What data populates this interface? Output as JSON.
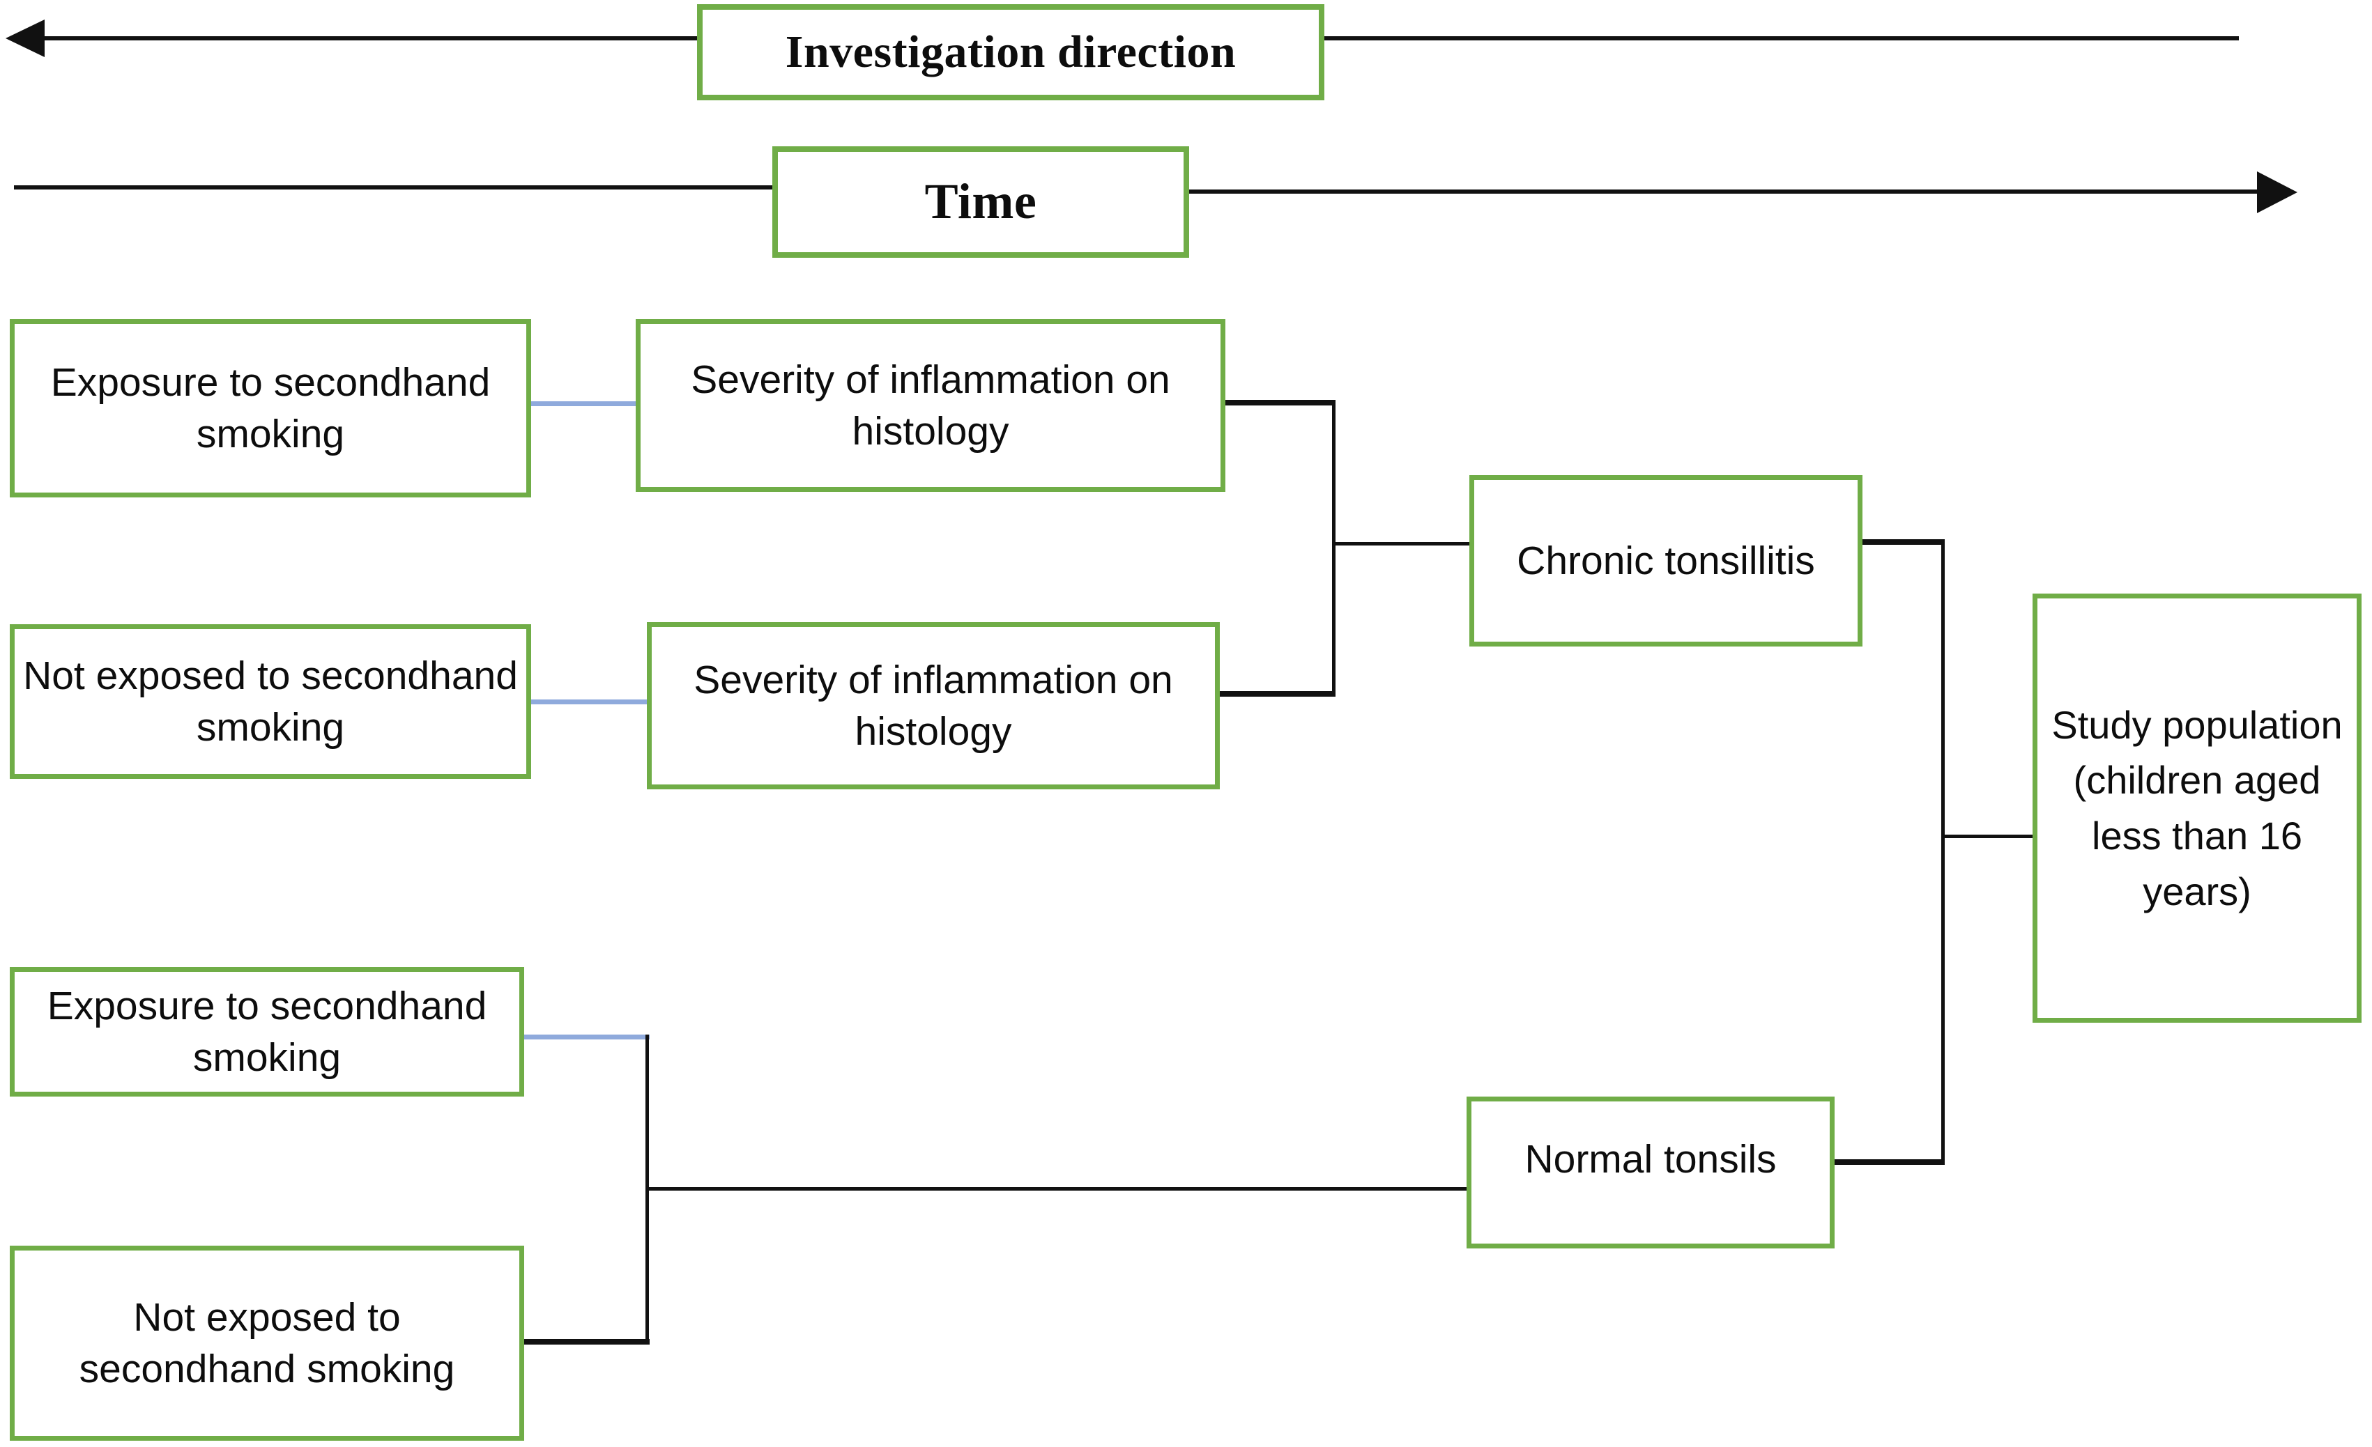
{
  "diagram": {
    "title": "Study design flow diagram",
    "colors": {
      "box_border_green": "#70ad47",
      "connector_black": "#111111",
      "connector_blue": "#8faadc",
      "background": "#ffffff",
      "text": "#0d0d0d"
    },
    "axes": [
      {
        "label": "Investigation direction",
        "direction": "left",
        "arrow_icon": "arrow-left-icon"
      },
      {
        "label": "Time",
        "direction": "right",
        "arrow_icon": "arrow-right-icon"
      }
    ],
    "nodes": {
      "exposure_top": "Exposure to secondhand smoking",
      "not_exposed_top": "Not exposed to secondhand smoking",
      "histology_top": "Severity of inflammation on histology",
      "histology_bottom": "Severity of inflammation on histology",
      "chronic_tonsillitis": "Chronic tonsillitis",
      "exposure_bottom": "Exposure to secondhand smoking",
      "not_exposed_bottom": "Not exposed to secondhand smoking",
      "normal_tonsils": "Normal tonsils",
      "study_population": "Study population (children aged less than 16 years)"
    },
    "edges": [
      {
        "from": "exposure_top",
        "to": "histology_top",
        "style": "blue"
      },
      {
        "from": "not_exposed_top",
        "to": "histology_bottom",
        "style": "blue"
      },
      {
        "from": "histology_top",
        "to": "chronic_tonsillitis",
        "style": "black-bracket"
      },
      {
        "from": "histology_bottom",
        "to": "chronic_tonsillitis",
        "style": "black-bracket"
      },
      {
        "from": "exposure_bottom",
        "to": "normal_tonsils",
        "style": "black-bracket"
      },
      {
        "from": "not_exposed_bottom",
        "to": "normal_tonsils",
        "style": "black-bracket"
      },
      {
        "from": "chronic_tonsillitis",
        "to": "study_population",
        "style": "black-bracket"
      },
      {
        "from": "normal_tonsils",
        "to": "study_population",
        "style": "black-bracket"
      }
    ]
  }
}
